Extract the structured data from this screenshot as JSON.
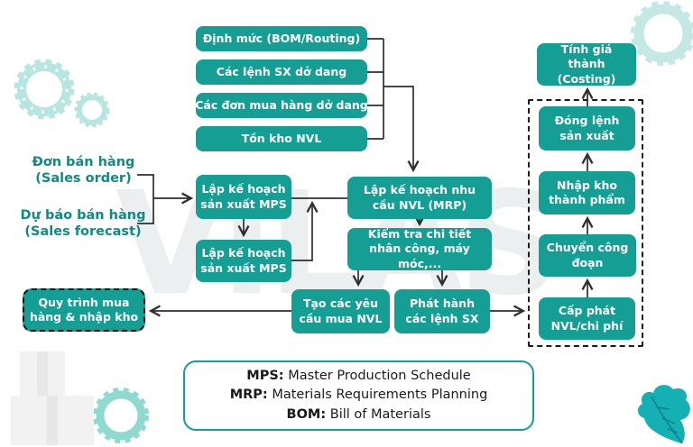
{
  "watermark": "VILAS",
  "colors": {
    "node_fill": "#149e94",
    "label_text": "#0e8c82",
    "line": "#2f2f2f",
    "gear_light": "#b7e5df",
    "gear_mint": "#8fdacf",
    "leaf": "#14b0b4",
    "legend_border": "#149e94"
  },
  "top_inputs": [
    "Định mức (BOM/Routing)",
    "Các lệnh SX dở dang",
    "Các đơn mua hàng dở dang",
    "Tồn kho NVL"
  ],
  "sales": {
    "order_line1": "Đơn bán hàng",
    "order_line2": "(Sales order)",
    "forecast_line1": "Dự báo bán hàng",
    "forecast_line2": "(Sales forecast)"
  },
  "nodes": {
    "mps_top": "Lập kế hoạch sản xuất MPS",
    "mps_bottom": "Lập kế hoạch sản xuất MPS",
    "mrp": "Lập kế hoạch nhu cầu NVL (MRP)",
    "capacity_check": "Kiểm tra chi tiết nhân công, máy móc,...",
    "purchase_request": "Tạo các yêu cầu mua NVL",
    "release_orders": "Phát hành các lệnh SX",
    "purchase_process": "Quy trình mua hàng & nhập kho",
    "costing": "Tính giá thành (Costing)",
    "close_order": "Đóng lệnh sản xuất",
    "receive_fg": "Nhập kho thành phẩm",
    "transfer_stage": "Chuyển công đoạn",
    "issue_materials": "Cấp phát NVL/chi phí"
  },
  "legend": {
    "lines": [
      {
        "abbr": "MPS:",
        "text": " Master Production Schedule"
      },
      {
        "abbr": "MRP:",
        "text": " Materials Requirements Planning"
      },
      {
        "abbr": "BOM:",
        "text": " Bill of Materials"
      }
    ]
  }
}
